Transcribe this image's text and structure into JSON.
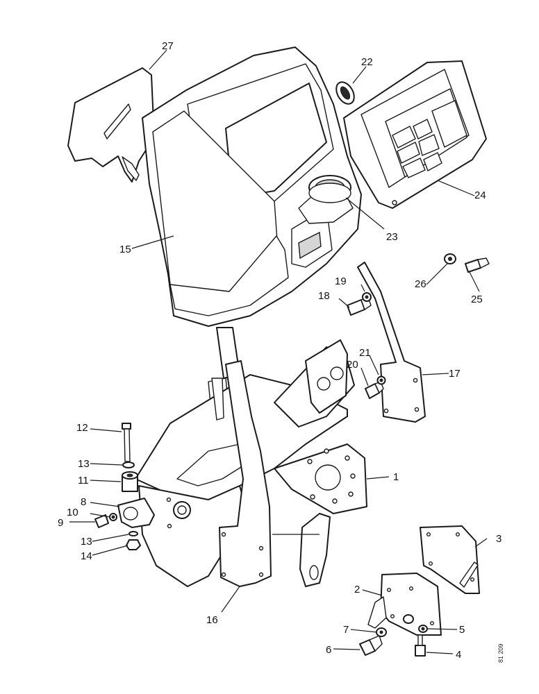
{
  "diagram": {
    "reference_code": "81 209",
    "callouts": [
      {
        "id": "c1",
        "label": "1"
      },
      {
        "id": "c2",
        "label": "2"
      },
      {
        "id": "c3",
        "label": "3"
      },
      {
        "id": "c4",
        "label": "4"
      },
      {
        "id": "c5",
        "label": "5"
      },
      {
        "id": "c6",
        "label": "6"
      },
      {
        "id": "c7",
        "label": "7"
      },
      {
        "id": "c8",
        "label": "8"
      },
      {
        "id": "c9",
        "label": "9"
      },
      {
        "id": "c10",
        "label": "10"
      },
      {
        "id": "c11",
        "label": "11"
      },
      {
        "id": "c12",
        "label": "12"
      },
      {
        "id": "c13a",
        "label": "13"
      },
      {
        "id": "c13b",
        "label": "13"
      },
      {
        "id": "c14",
        "label": "14"
      },
      {
        "id": "c15",
        "label": "15"
      },
      {
        "id": "c16",
        "label": "16"
      },
      {
        "id": "c17",
        "label": "17"
      },
      {
        "id": "c18",
        "label": "18"
      },
      {
        "id": "c19",
        "label": "19"
      },
      {
        "id": "c20",
        "label": "20"
      },
      {
        "id": "c21",
        "label": "21"
      },
      {
        "id": "c22",
        "label": "22"
      },
      {
        "id": "c23",
        "label": "23"
      },
      {
        "id": "c24",
        "label": "24"
      },
      {
        "id": "c25",
        "label": "25"
      },
      {
        "id": "c26",
        "label": "26"
      },
      {
        "id": "c27",
        "label": "27"
      }
    ]
  }
}
